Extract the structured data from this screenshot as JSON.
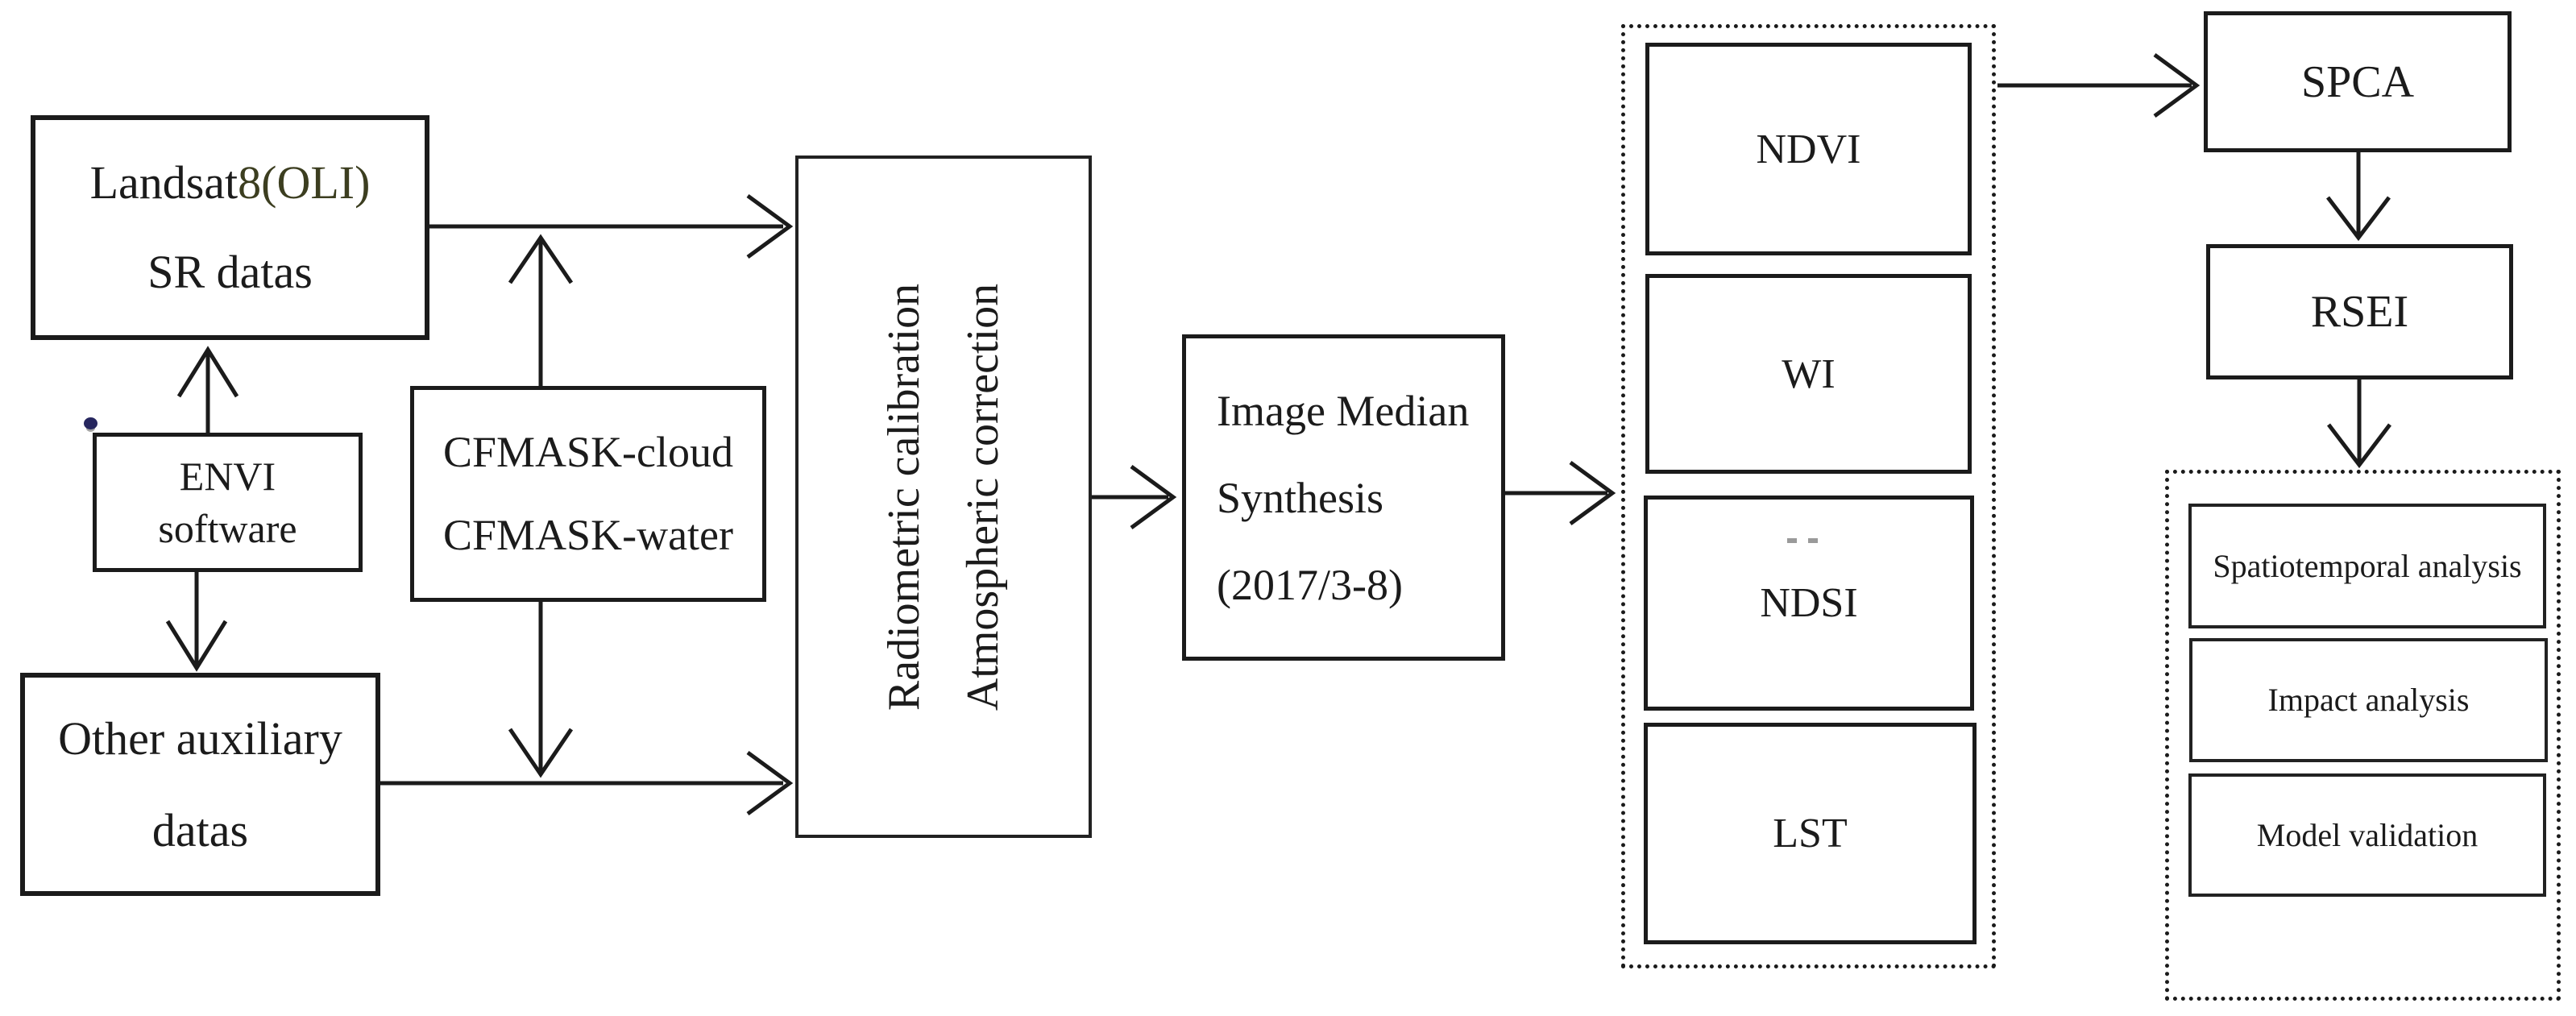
{
  "diagram": {
    "title": "RSEI remote sensing workflow flowchart",
    "colors": {
      "ink": "#1b1b1b",
      "background": "#ffffff",
      "olive_text": "#3c3e20",
      "artifact_dot": "#26265e"
    },
    "nodes": {
      "landsat": {
        "line1_prefix": "Landsat",
        "line1_suffix": "8(OLI)",
        "line2": "SR datas"
      },
      "envi": {
        "line1": "ENVI",
        "line2": "software"
      },
      "other_data": {
        "line1": "Other auxiliary",
        "line2": "datas"
      },
      "cfmask": {
        "line1": "CFMASK-cloud",
        "line2": "CFMASK-water"
      },
      "preprocess": {
        "line1": "Radiometric calibration",
        "line2": "Atmospheric correction"
      },
      "median": {
        "line1": "Image Median",
        "line2": "Synthesis",
        "line3": "(2017/3-8)"
      },
      "indices": [
        "NDVI",
        "WI",
        "NDSI",
        "LST"
      ],
      "spca": {
        "label": "SPCA"
      },
      "rsei": {
        "label": "RSEI"
      },
      "analysis": [
        "Spatiotemporal analysis",
        "Impact analysis",
        "Model validation"
      ]
    }
  }
}
